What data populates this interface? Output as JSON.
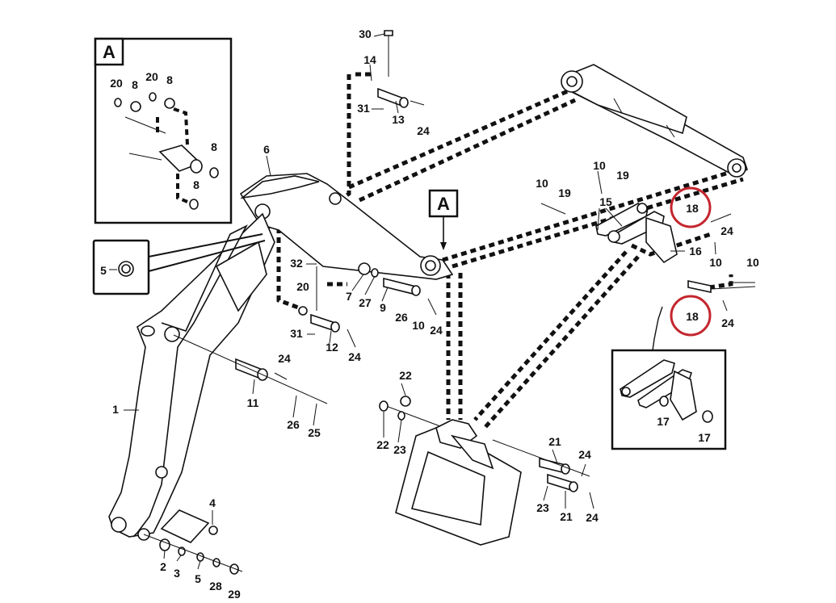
{
  "callouts": {
    "c1": "1",
    "c2": "2",
    "c3": "3",
    "c4": "4",
    "c5a": "5",
    "c5b": "5",
    "c6": "6",
    "c7": "7",
    "c8a": "8",
    "c8b": "8",
    "c8c": "8",
    "c8d": "8",
    "c9": "9",
    "c10a": "10",
    "c10b": "10",
    "c10c": "10",
    "c10d": "10",
    "c10e": "10",
    "c11": "11",
    "c12": "12",
    "c13": "13",
    "c14": "14",
    "c15": "15",
    "c16": "16",
    "c17a": "17",
    "c17b": "17",
    "c18a": "18",
    "c18b": "18",
    "c19a": "19",
    "c19b": "19",
    "c20a": "20",
    "c20b": "20",
    "c20c": "20",
    "c21a": "21",
    "c21b": "21",
    "c22a": "22",
    "c22b": "22",
    "c23a": "23",
    "c23b": "23",
    "c24a": "24",
    "c24b": "24",
    "c24c": "24",
    "c24d": "24",
    "c24e": "24",
    "c24f": "24",
    "c24g": "24",
    "c24h": "24",
    "c25": "25",
    "c26a": "26",
    "c26b": "26",
    "c27": "27",
    "c28": "28",
    "c29": "29",
    "c30": "30",
    "c31a": "31",
    "c31b": "31",
    "c32": "32"
  },
  "detail_letters": {
    "inset": "A",
    "pointer": "A"
  },
  "colors": {
    "highlight": "#c4262e",
    "ink": "#111111"
  }
}
